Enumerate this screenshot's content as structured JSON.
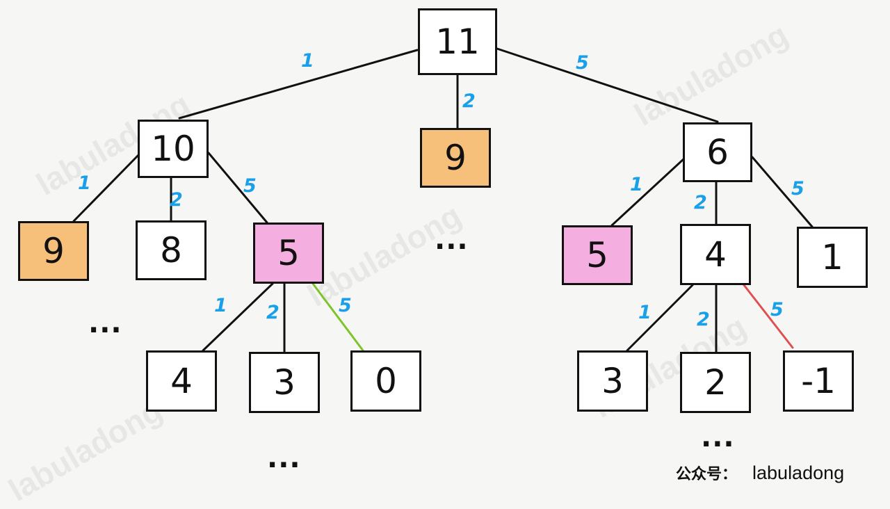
{
  "watermark_text": "labuladong",
  "colors": {
    "edge": "#111111",
    "edge_label": "#1aa0e8",
    "orange_node": "#f6c07a",
    "pink_node": "#f5aee0",
    "green_edge": "#7dc42a",
    "red_edge": "#e05050"
  },
  "nodes": {
    "root": "11",
    "l": "10",
    "m": "9",
    "r": "6",
    "ll": "9",
    "lm": "8",
    "lr": "5",
    "rl": "5",
    "rm": "4",
    "rr": "1",
    "lrl": "4",
    "lrm": "3",
    "lrr": "0",
    "rml": "3",
    "rmm": "2",
    "rmr": "-1"
  },
  "edge_labels": {
    "root_l": "1",
    "root_m": "2",
    "root_r": "5",
    "l_ll": "1",
    "l_lm": "2",
    "l_lr": "5",
    "r_rl": "1",
    "r_rm": "2",
    "r_rr": "5",
    "lr_lrl": "1",
    "lr_lrm": "2",
    "lr_lrr": "5",
    "rm_rml": "1",
    "rm_rmm": "2",
    "rm_rmr": "5"
  },
  "ellipsis": "...",
  "credit": {
    "prefix": "公众号：",
    "name": "labuladong"
  }
}
